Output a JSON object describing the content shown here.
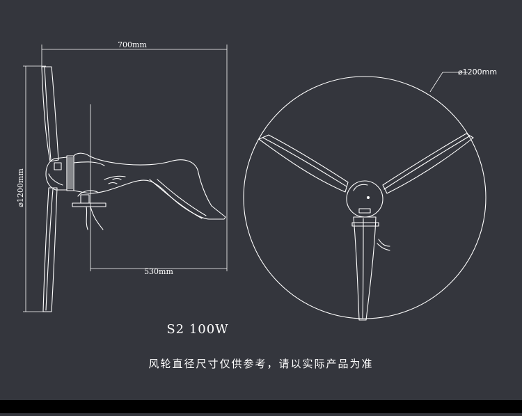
{
  "dimensions": {
    "width_700": "700mm",
    "depth_530": "530mm",
    "height_1200": "⌀1200mm",
    "rotor_1200": "⌀1200mm"
  },
  "model_label": "S2 100W",
  "caption": "风轮直径尺寸仅供参考，请以实际产品为准",
  "colors": {
    "background": "#34363d",
    "line": "#ffffff",
    "bottom_band": "#000000"
  }
}
